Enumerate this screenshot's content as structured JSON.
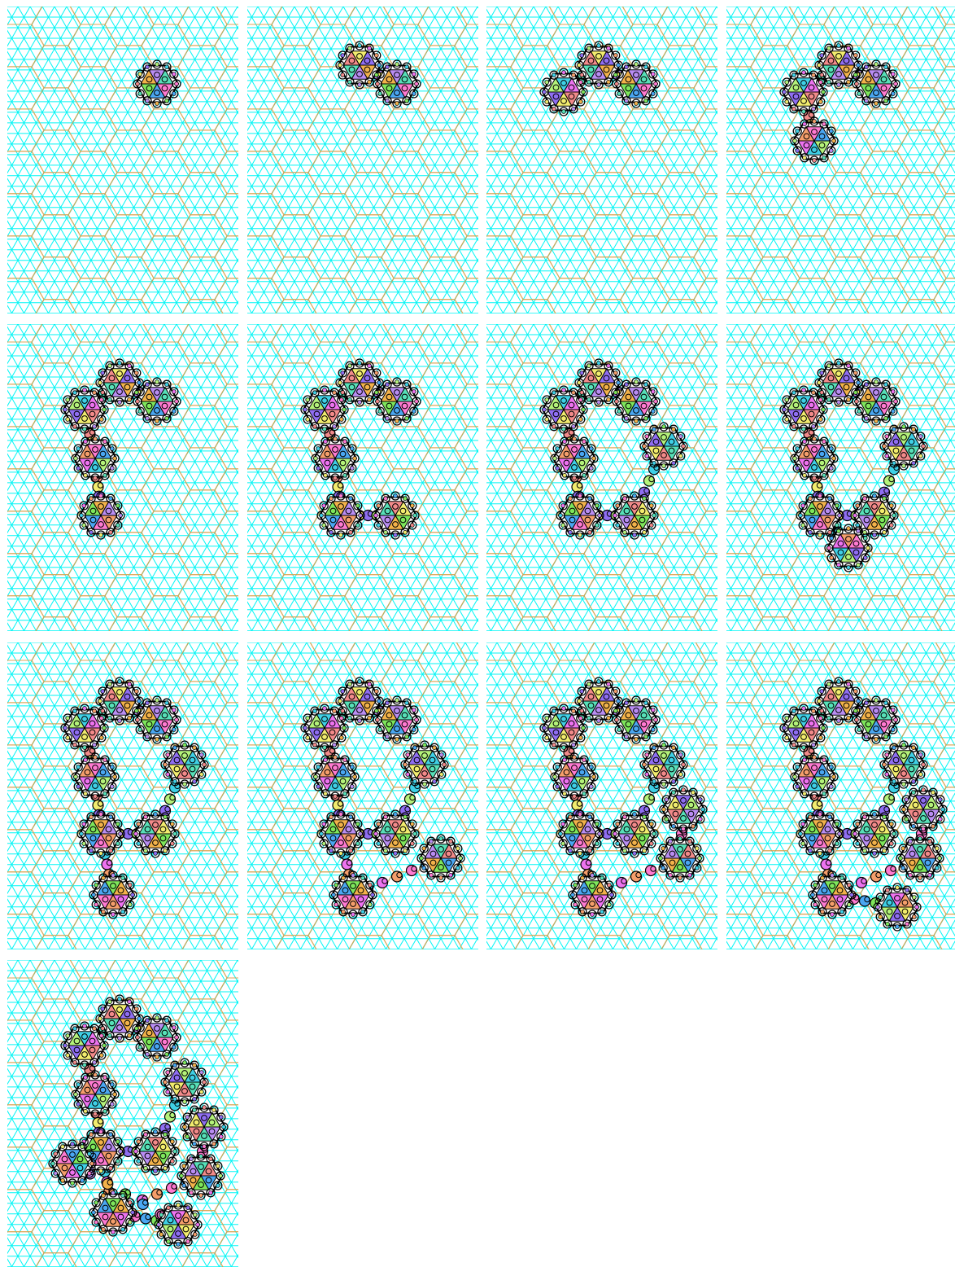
{
  "figure": {
    "layout": {
      "columns": 4,
      "rows": 4
    },
    "panels": [
      {
        "step": 1,
        "units": [
          0
        ]
      },
      {
        "step": 2,
        "units": [
          0,
          1
        ]
      },
      {
        "step": 3,
        "units": [
          0,
          1,
          2
        ]
      },
      {
        "step": 4,
        "units": [
          0,
          1,
          2,
          3
        ]
      },
      {
        "step": 5,
        "units": [
          0,
          1,
          2,
          3,
          4
        ]
      },
      {
        "step": 6,
        "units": [
          0,
          1,
          2,
          3,
          4,
          5
        ]
      },
      {
        "step": 7,
        "units": [
          0,
          1,
          2,
          3,
          4,
          5,
          6
        ]
      },
      {
        "step": 8,
        "units": [
          0,
          1,
          2,
          3,
          4,
          5,
          6,
          7
        ]
      },
      {
        "step": 9,
        "units": [
          0,
          1,
          2,
          3,
          4,
          5,
          6,
          8
        ]
      },
      {
        "step": 10,
        "units": [
          0,
          1,
          2,
          3,
          4,
          5,
          6,
          8,
          9
        ]
      },
      {
        "step": 11,
        "units": [
          0,
          1,
          2,
          3,
          4,
          5,
          6,
          8,
          9,
          10
        ]
      },
      {
        "step": 12,
        "units": [
          0,
          1,
          2,
          3,
          4,
          5,
          6,
          8,
          9,
          10,
          11
        ]
      },
      {
        "step": 13,
        "units": [
          0,
          1,
          2,
          3,
          4,
          5,
          6,
          8,
          9,
          10,
          11,
          12
        ]
      }
    ],
    "colors": {
      "background": "#ffffff",
      "fine_grid": "#00f5f5",
      "coarse_grid": "#d9a04a",
      "outline": "#000000",
      "palette": [
        "#ff7ad1",
        "#4aa7f2",
        "#7ee65b",
        "#f2b24a",
        "#b98df2",
        "#57e0b8",
        "#f28a8a",
        "#f2ec6e",
        "#8f6ef2",
        "#b4f27a",
        "#3fd0e6",
        "#ee73f0",
        "#f59e6b"
      ]
    }
  }
}
